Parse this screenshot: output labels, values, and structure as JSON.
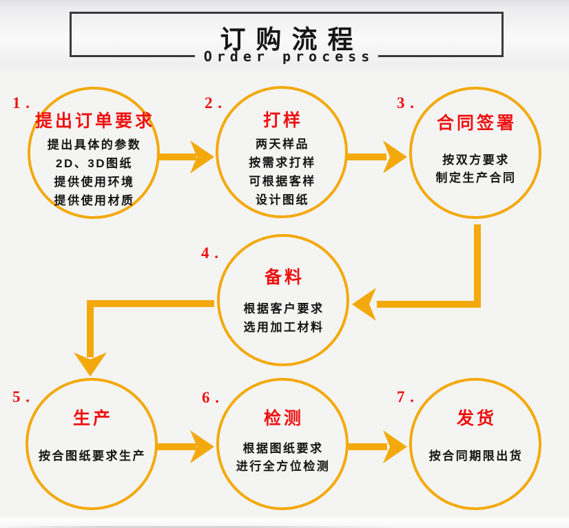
{
  "header": {
    "title": "订购流程",
    "subtitle": "Order process"
  },
  "colors": {
    "accent_orange": "#f3a90b",
    "accent_red": "#ee1111",
    "text_dark": "#141414",
    "border_dark": "#3a3a3a"
  },
  "steps": [
    {
      "number": "1 .",
      "title": "提出订单要求",
      "lines": [
        "提出具体的参数",
        "2D、3D图纸",
        "提供使用环境",
        "提供使用材质"
      ]
    },
    {
      "number": "2 .",
      "title": "打样",
      "lines": [
        "两天样品",
        "按需求打样",
        "可根据客样",
        "设计图纸"
      ]
    },
    {
      "number": "3 .",
      "title": "合同签署",
      "lines": [
        "按双方要求",
        "制定生产合同"
      ]
    },
    {
      "number": "4 .",
      "title": "备料",
      "lines": [
        "根据客户要求",
        "选用加工材料"
      ]
    },
    {
      "number": "5 .",
      "title": "生产",
      "lines": [
        "按合图纸要求生产"
      ]
    },
    {
      "number": "6 .",
      "title": "检测",
      "lines": [
        "根据图纸要求",
        "进行全方位检测"
      ]
    },
    {
      "number": "7 .",
      "title": "发货",
      "lines": [
        "按合同期限出货"
      ]
    }
  ]
}
